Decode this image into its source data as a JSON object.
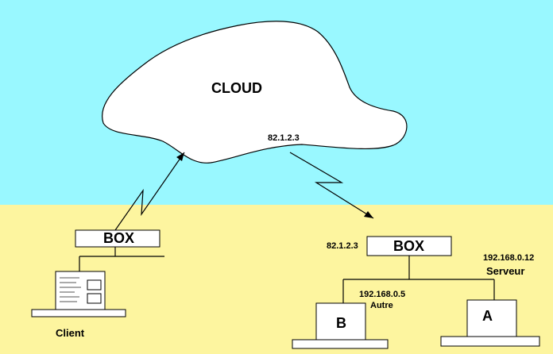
{
  "cloud_label": "CLOUD",
  "cloud_ip": "82.1.2.3",
  "client_box_label": "BOX",
  "client_label": "Client",
  "server_box_label": "BOX",
  "server_box_ip": "82.1.2.3",
  "host_b": {
    "label": "B",
    "ip": "192.168.0.5",
    "role": "Autre"
  },
  "host_a": {
    "label": "A",
    "ip": "192.168.0.12",
    "role": "Serveur"
  },
  "colors": {
    "sky": "#99f8ff",
    "ground": "#fdf59f",
    "cloud": "#ffffff",
    "stroke": "#000000"
  }
}
